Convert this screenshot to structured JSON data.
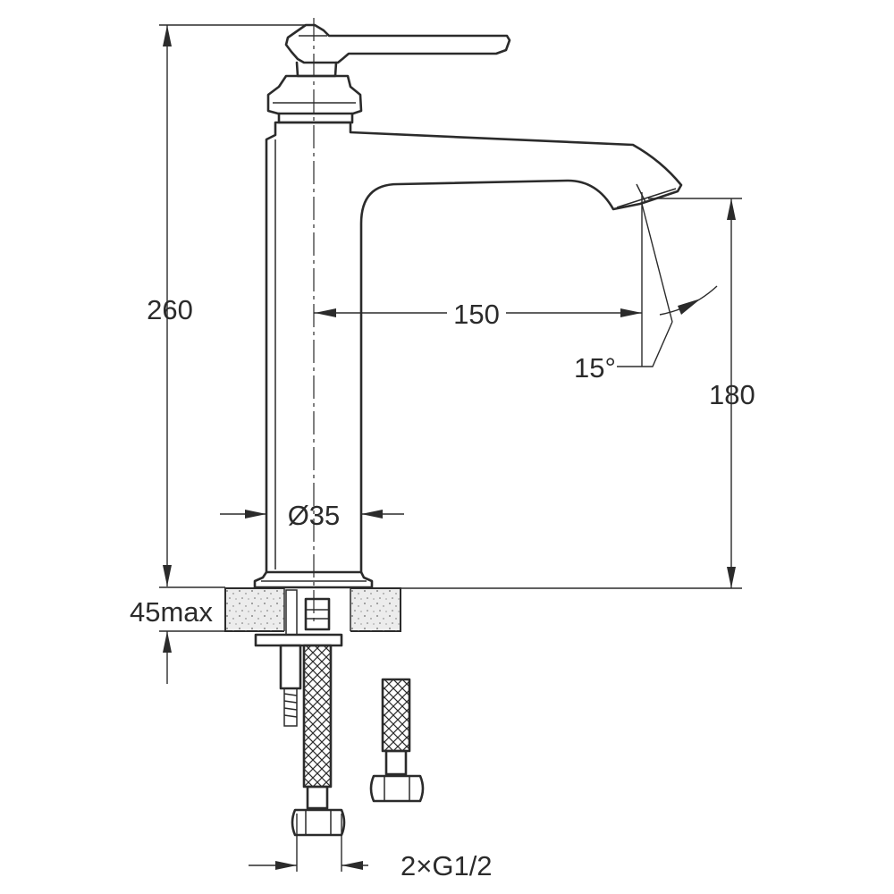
{
  "dimensions": {
    "total_height": "260",
    "spout_reach": "150",
    "spout_angle": "15°",
    "spout_height": "180",
    "body_diameter": "Ø35",
    "counter_thickness": "45max",
    "connections": "2×G1/2"
  }
}
